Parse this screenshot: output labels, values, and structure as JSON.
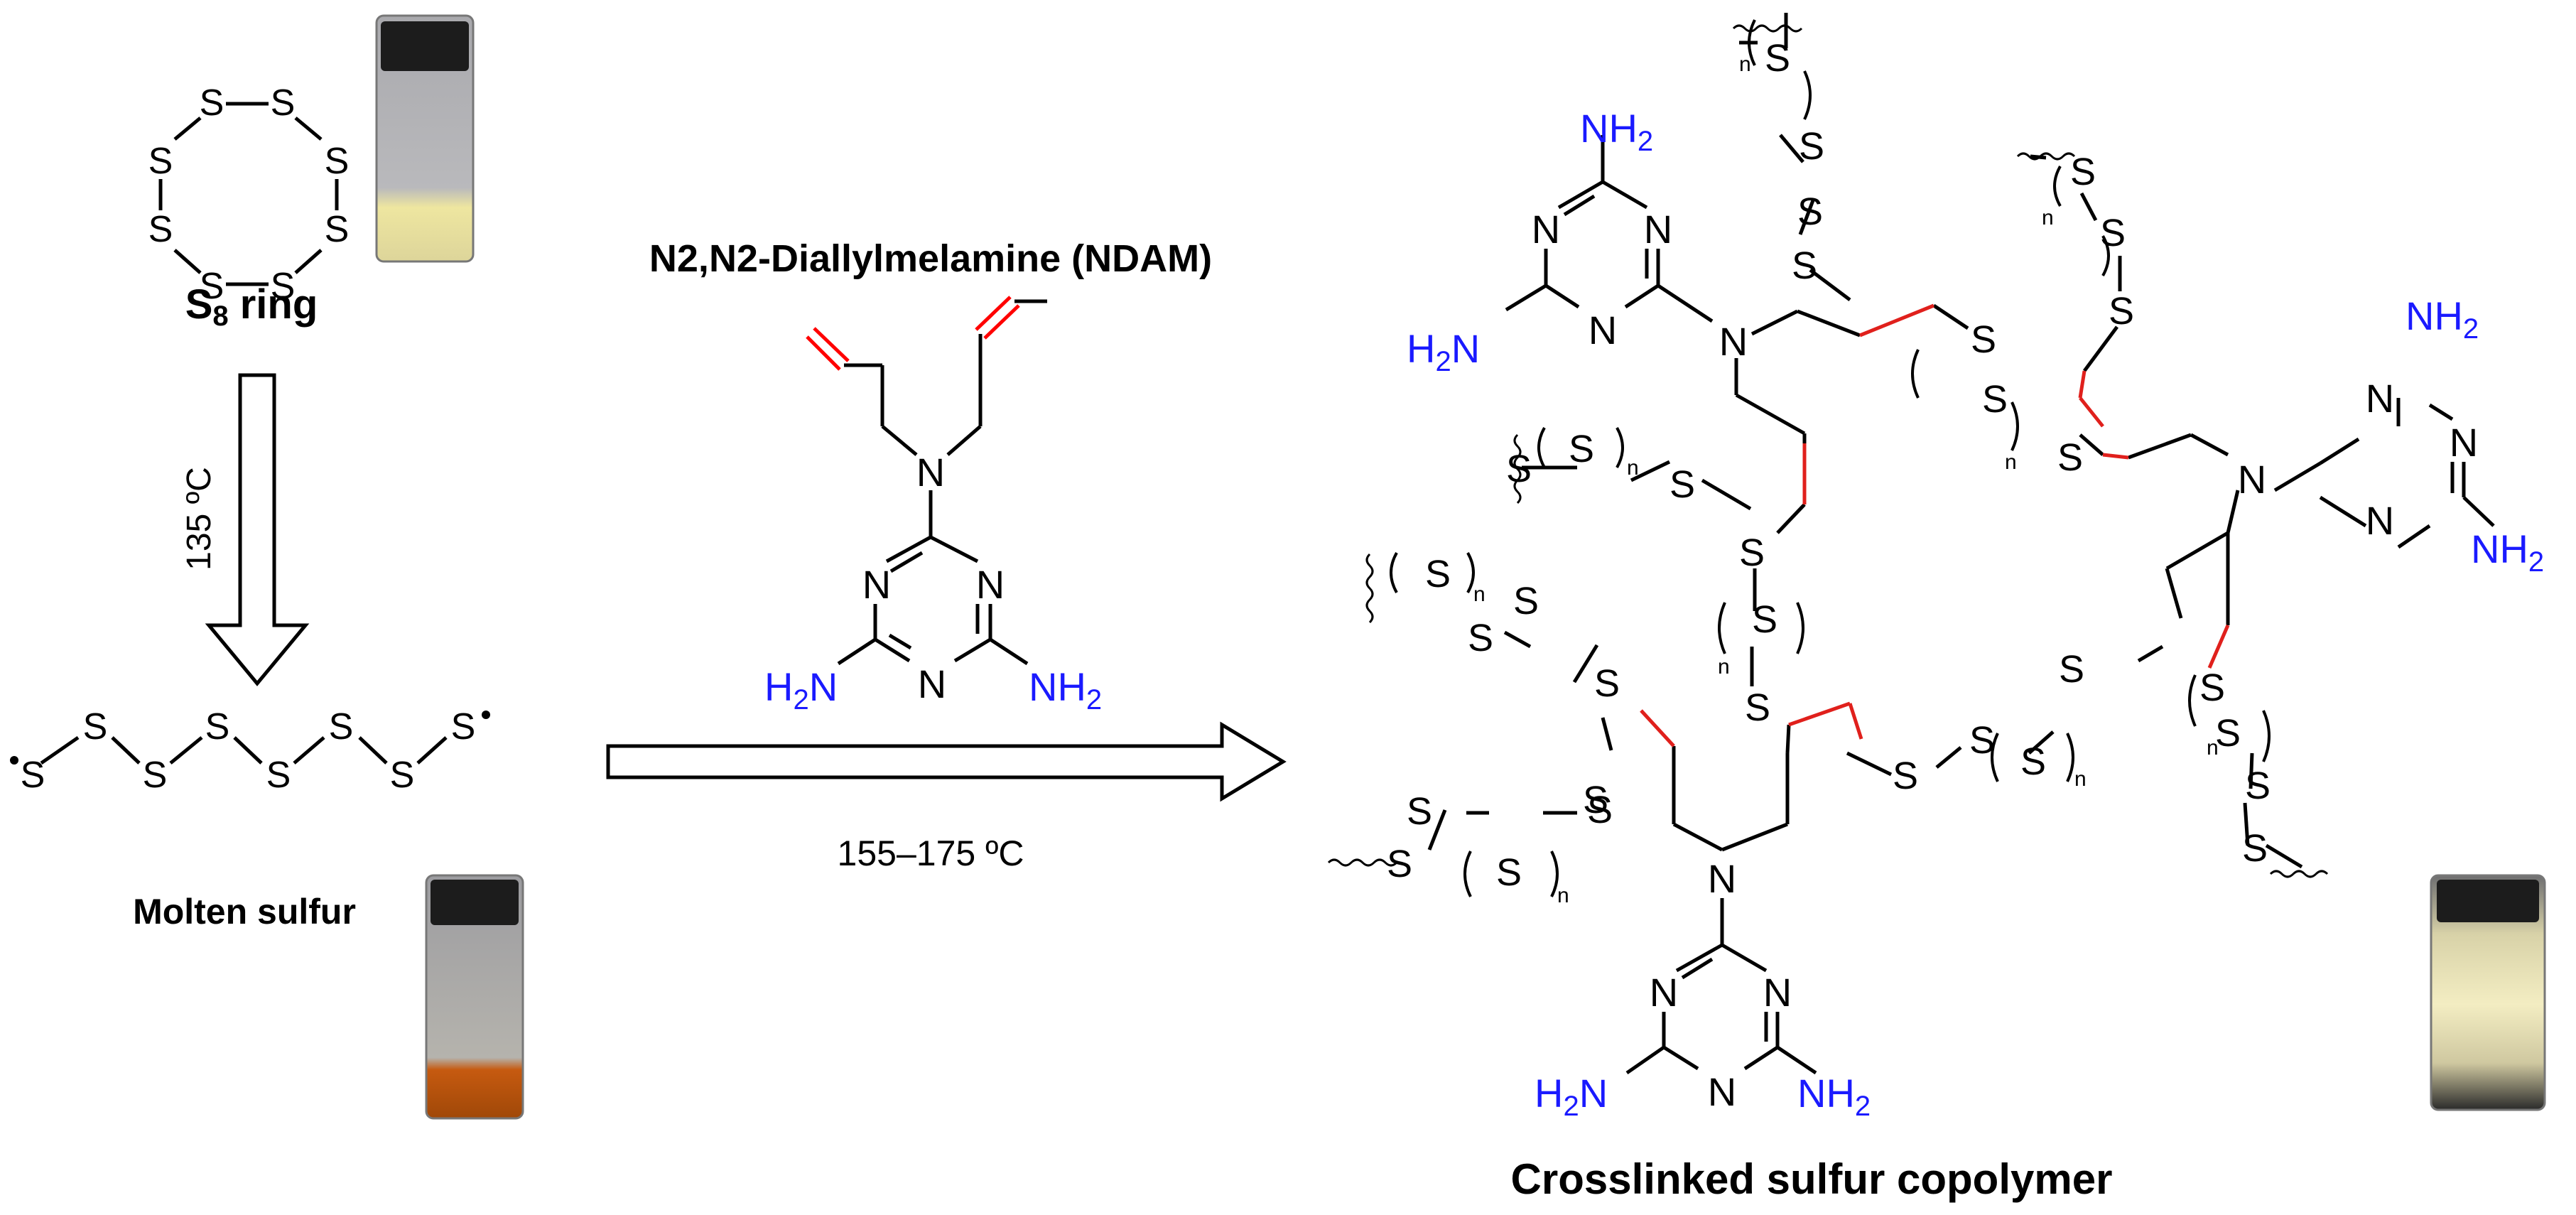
{
  "labels": {
    "s8_prefix": "S",
    "s8_sub": "8",
    "s8_suffix": " ring",
    "molten": "Molten sulfur",
    "ndam": "N2,N2-Diallylmelamine (NDAM)",
    "step1_temp": "135 ºC",
    "step2_temp": "155–175 ºC",
    "product": "Crosslinked sulfur copolymer"
  },
  "atoms": {
    "S": "S",
    "N": "N",
    "n": "n"
  },
  "colors": {
    "ink": "#000000",
    "amine": "#1a1aff",
    "allyl": "#ff0000",
    "new_bond": "#e0201c",
    "vial_cap": "#1c1c1c",
    "s8_powder": "#eee6a0",
    "molten_liquid": "#c65a10",
    "copolymer": "#efe8b4"
  }
}
